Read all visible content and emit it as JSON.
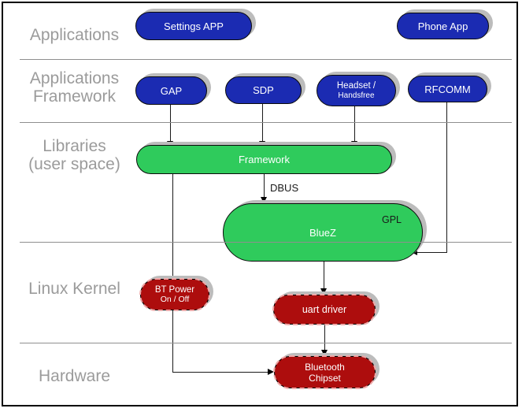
{
  "diagram": {
    "title_none": "",
    "layers": [
      {
        "line1": "Applications"
      },
      {
        "line1": "Applications",
        "line2": "Framework"
      },
      {
        "line1": "Libraries",
        "line2": "(user space)"
      },
      {
        "line1": "Linux Kernel"
      },
      {
        "line1": "Hardware"
      }
    ],
    "nodes": {
      "settings_app": {
        "label": "Settings APP"
      },
      "phone_app": {
        "label": "Phone App"
      },
      "gap": {
        "label": "GAP"
      },
      "sdp": {
        "label": "SDP"
      },
      "headset": {
        "line1": "Headset /",
        "line2": "Handsfree"
      },
      "rfcomm": {
        "label": "RFCOMM"
      },
      "framework": {
        "label": "Framework"
      },
      "bluez": {
        "label": "BlueZ",
        "badge": "GPL"
      },
      "bt_power": {
        "line1": "BT Power",
        "line2": "On / Off"
      },
      "uart_driver": {
        "label": "uart driver"
      },
      "bt_chipset": {
        "line1": "Bluetooth",
        "line2": "Chipset"
      }
    },
    "edges": {
      "dbus_label": "DBUS"
    },
    "colors": {
      "application_node": "#1b2bb2",
      "library_node": "#2fcb5c",
      "kernel_node": "#ad0d0d",
      "layer_label_gray": "#9b9b9b",
      "shadow_gray": "#bcbcbc"
    }
  }
}
